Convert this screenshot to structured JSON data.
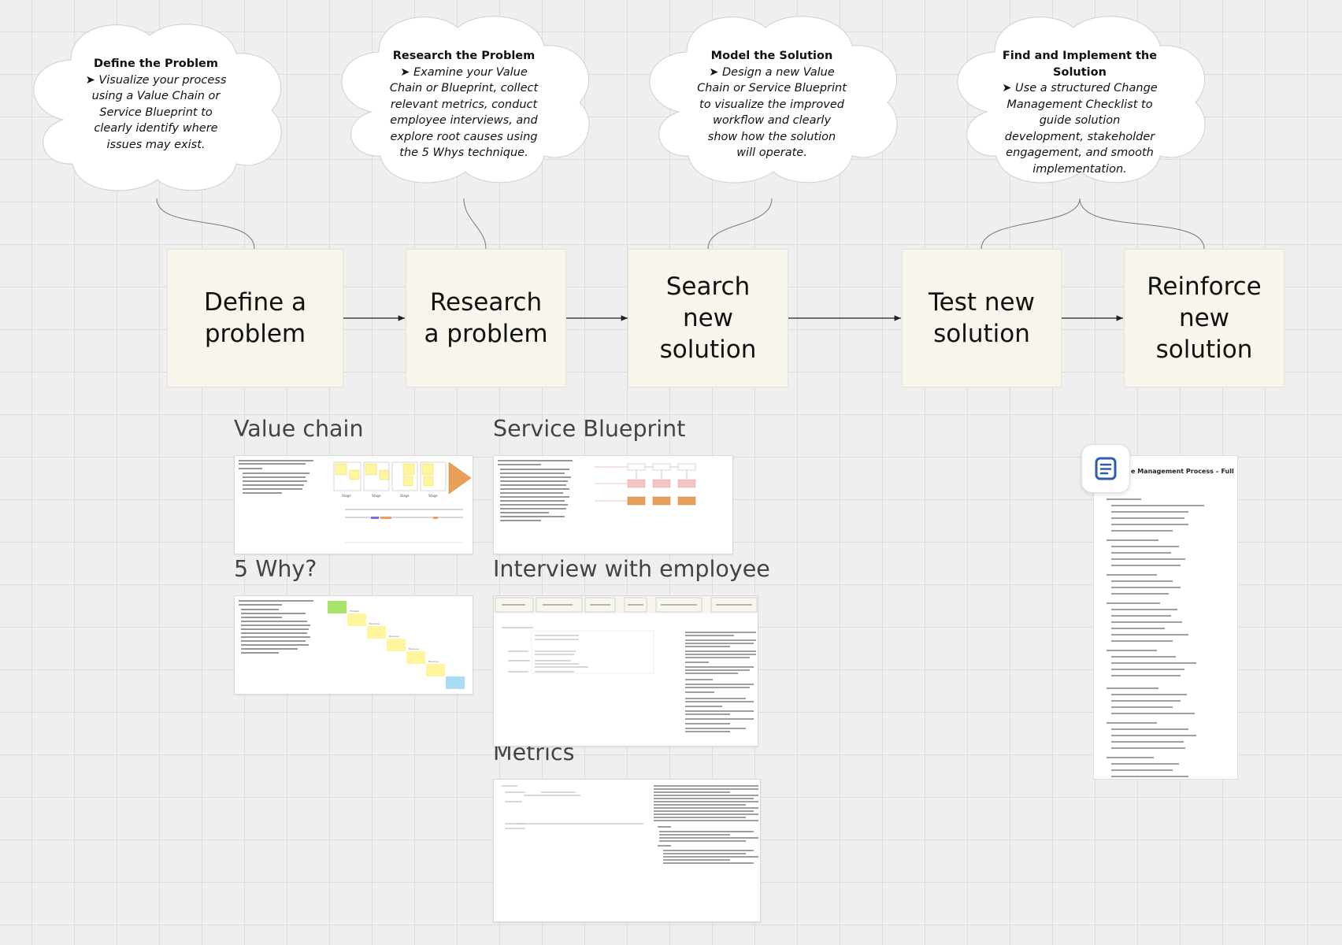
{
  "clouds": [
    {
      "title": "Define the Problem",
      "body": "➤ Visualize your process using a Value Chain or Service Blueprint to clearly identify where issues may exist."
    },
    {
      "title": "Research the Problem",
      "body": "➤ Examine your Value Chain or Blueprint, collect relevant metrics, conduct employee interviews, and explore root causes using the 5 Whys technique."
    },
    {
      "title": "Model the Solution",
      "body": "➤ Design a new Value Chain or Service Blueprint to visualize the improved workflow and clearly show how the solution will operate."
    },
    {
      "title": "Find and Implement the Solution",
      "body": "➤ Use a structured Change Management Checklist to guide solution development, stakeholder engagement, and smooth implementation."
    }
  ],
  "steps": [
    {
      "label": "Define a problem"
    },
    {
      "label": "Research a problem"
    },
    {
      "label": "Search new solution"
    },
    {
      "label": "Test new solution"
    },
    {
      "label": "Reinforce new solution"
    }
  ],
  "frames": {
    "value_chain": "Value chain",
    "service_blueprint": "Service Blueprint",
    "five_why": "5 Why?",
    "interview": "Interview with employee",
    "metrics": "Metrics"
  },
  "document": {
    "title": "e Management Process – Full",
    "icon": "document-icon"
  },
  "colors": {
    "canvas": "#efefef",
    "grid": "#dddddd",
    "step_fill": "#f8f5ec",
    "sticky_yellow": "#fff59d",
    "sticky_green": "#a5e36b",
    "sticky_blue": "#a8dcf5",
    "orange": "#e8a15a",
    "pink": "#f2c6c6",
    "doc_icon": "#2f5da8"
  }
}
